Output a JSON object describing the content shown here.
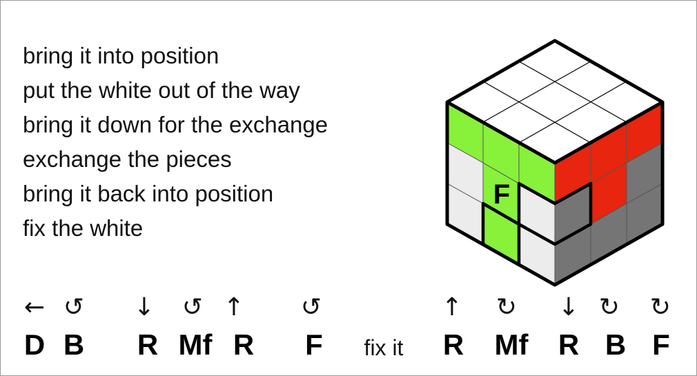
{
  "steps": [
    "bring it into position",
    "put the white out of the way",
    "bring it down for the exchange",
    "exchange the pieces",
    "bring it back into position",
    "fix the white"
  ],
  "cube": {
    "face_label": "F",
    "colors": {
      "white": "#ffffff",
      "green": "#88f13a",
      "red": "#e8250e",
      "light_gray": "#ececec",
      "dark_gray": "#757575",
      "outline": "#000000"
    }
  },
  "sequence": [
    {
      "arrow": "←",
      "move": "D"
    },
    {
      "arrow": "↺",
      "move": "B"
    },
    {
      "arrow": "↓",
      "move": "R"
    },
    {
      "arrow": "↺",
      "move": "Mf"
    },
    {
      "arrow": "↑",
      "move": "R"
    },
    {
      "arrow": "↺",
      "move": "F"
    },
    {
      "note": "fix it"
    },
    {
      "arrow": "↑",
      "move": "R"
    },
    {
      "arrow": "↻",
      "move": "Mf"
    },
    {
      "arrow": "↓",
      "move": "R"
    },
    {
      "arrow": "↻",
      "move": "B"
    },
    {
      "arrow": "↻",
      "move": "F"
    }
  ]
}
